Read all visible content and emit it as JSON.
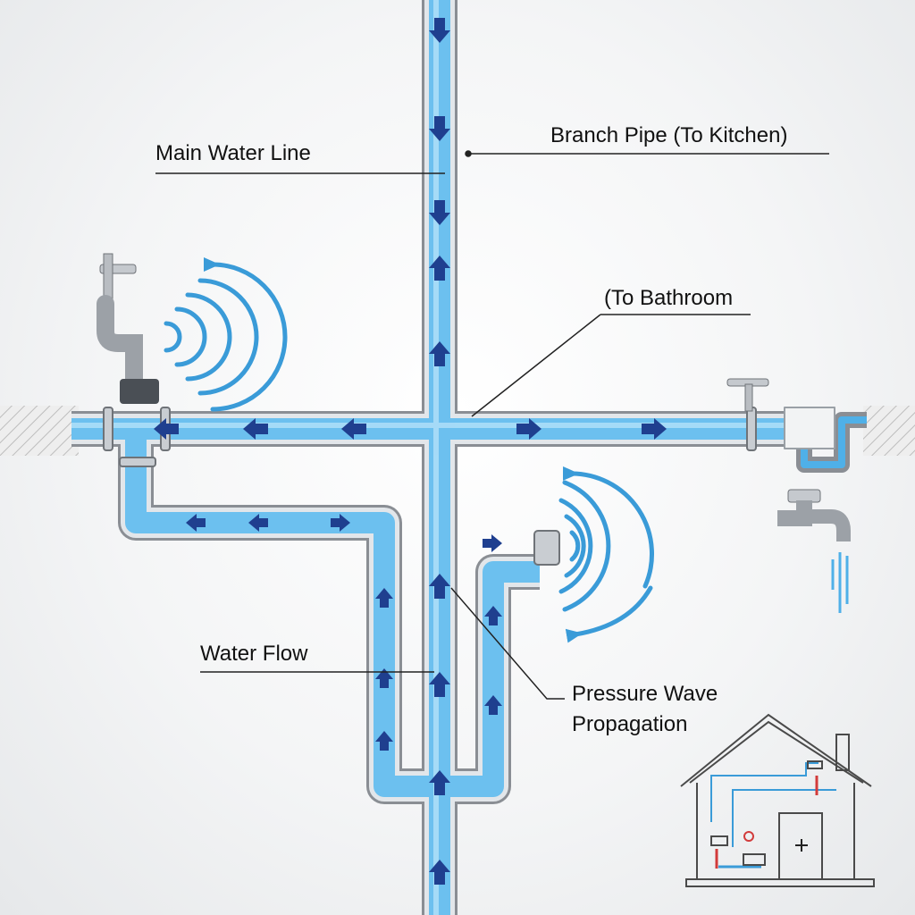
{
  "labels": {
    "main_water_line": "Main Water Line",
    "branch_pipe": "Branch Pipe (To Kitchen)",
    "to_bathroom": "(To Bathroom",
    "water_flow": "Water Flow",
    "pressure_wave_line1": "Pressure Wave",
    "pressure_wave_line2": "Propagation"
  },
  "colors": {
    "pipe_outer": "#8c9096",
    "pipe_inner": "#dfe3e7",
    "water": "#4fb0e8",
    "water_light": "#9fd6f5",
    "arrow": "#1f3f8f",
    "wave": "#3a9bd8",
    "wall_hatch": "#bfbfbf",
    "leader": "#222222",
    "house_line": "#4a4a4a",
    "house_red": "#d23b3b"
  }
}
